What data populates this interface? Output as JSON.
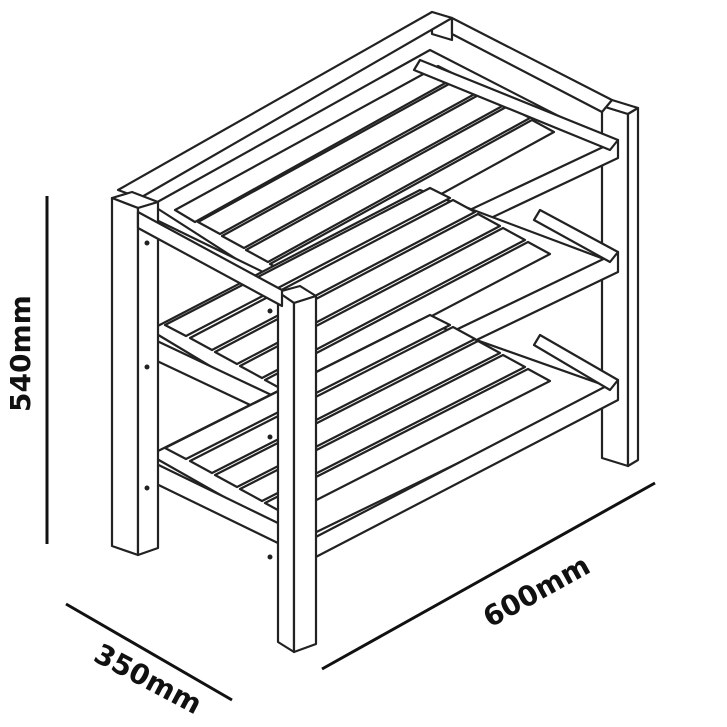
{
  "dimensions": {
    "height_label": "540mm",
    "width_label": "600mm",
    "depth_label": "350mm"
  },
  "colors": {
    "line": "#222222",
    "background": "#ffffff"
  }
}
